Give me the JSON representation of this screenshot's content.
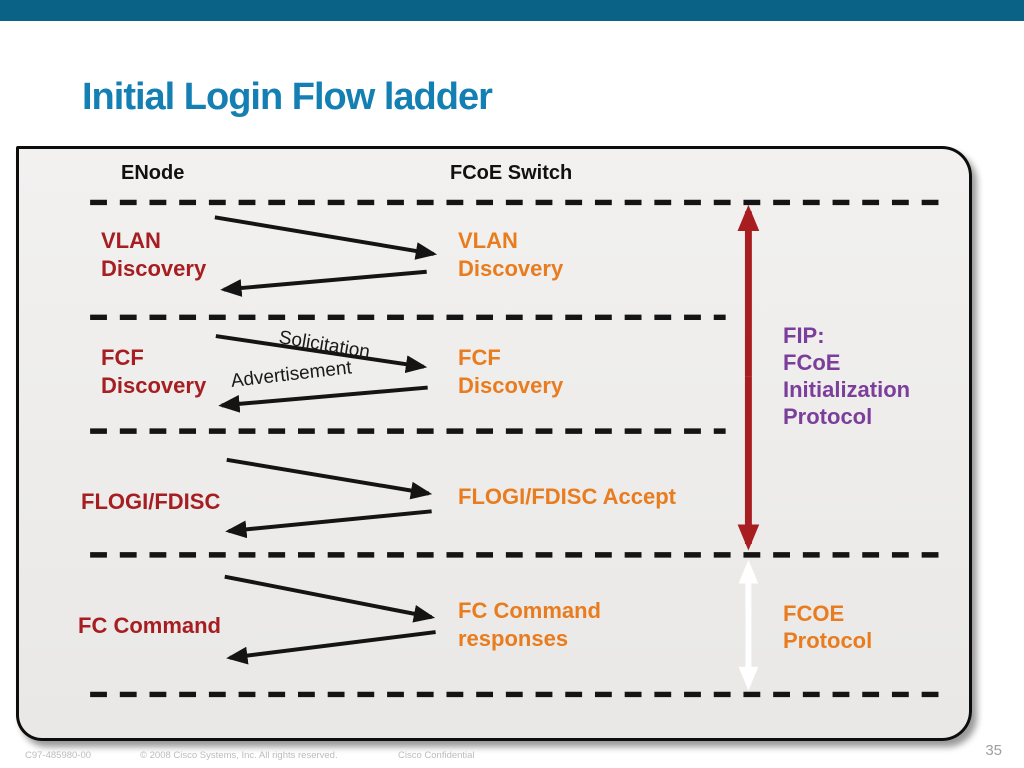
{
  "title": {
    "text": "Initial Login Flow ladder"
  },
  "diagram": {
    "headers": {
      "left": "ENode",
      "right": "FCoE Switch"
    },
    "sections": [
      {
        "name": "vlan-discovery",
        "left": "VLAN\nDiscovery",
        "right": "VLAN\nDiscovery"
      },
      {
        "name": "fcf-discovery",
        "left": "FCF\nDiscovery",
        "right": "FCF\nDiscovery",
        "arrow_labels": {
          "request": "Solicitation",
          "response": "Advertisement"
        }
      },
      {
        "name": "flogi-fdisc",
        "left": "FLOGI/FDISC",
        "right": "FLOGI/FDISC Accept"
      },
      {
        "name": "fc-command",
        "left": "FC Command",
        "right": "FC Command\nresponses"
      }
    ],
    "fip_label": "FIP:\nFCoE\nInitialization\nProtocol",
    "fcoe_label": "FCOE\nProtocol"
  },
  "footer": {
    "doc_id": "C97-485980-00",
    "copyright": "© 2008 Cisco Systems, Inc. All rights reserved.",
    "confidential": "Cisco Confidential",
    "page_number": "35"
  },
  "colors": {
    "teal_bar": "#0B6287",
    "title_blue": "#137FB2",
    "ink": "#141414",
    "dark_red": "#A61E22",
    "arrow_red": "#A81D20",
    "orange": "#E87C1E",
    "purple": "#7B3F9B",
    "footer_gray": "#BCBCBC"
  }
}
